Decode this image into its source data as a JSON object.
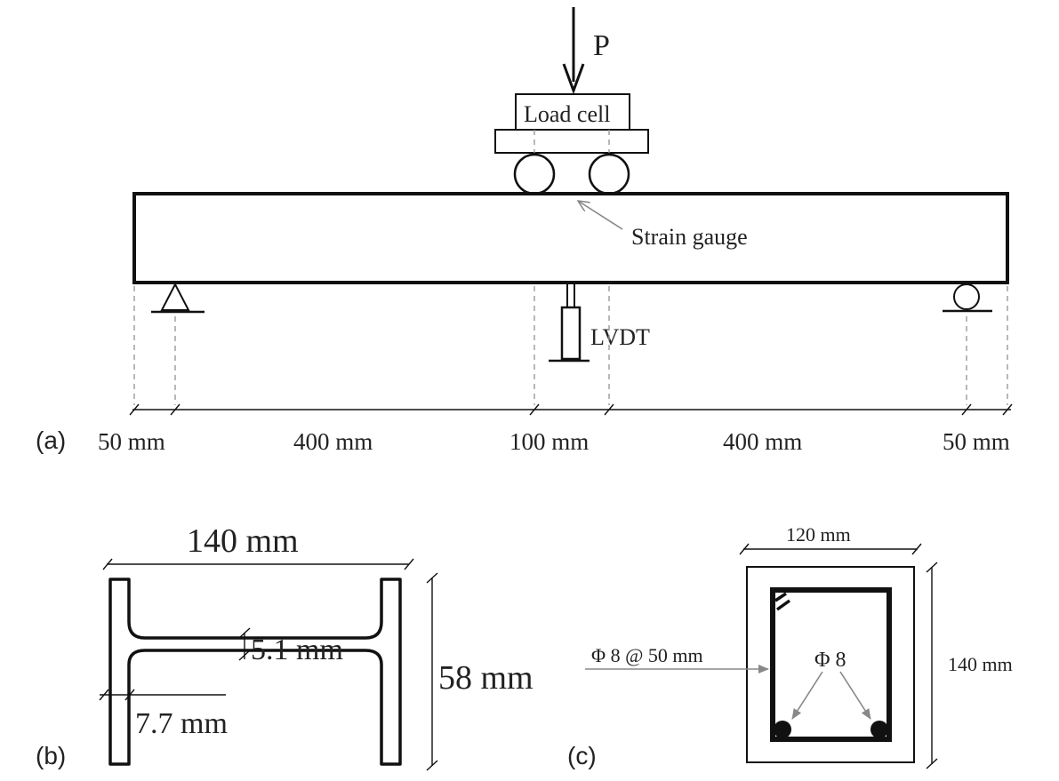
{
  "panel_a": {
    "tag": "(a)",
    "load_label": "P",
    "load_cell_label": "Load cell",
    "strain_gauge_label": "Strain gauge",
    "lvdt_label": "LVDT",
    "dims": [
      "50 mm",
      "400 mm",
      "100 mm",
      "400 mm",
      "50 mm"
    ]
  },
  "panel_b": {
    "tag": "(b)",
    "width_label": "140 mm",
    "height_label": "58 mm",
    "web_thickness_label": "5.1 mm",
    "flange_thickness_label": "7.7 mm"
  },
  "panel_c": {
    "tag": "(c)",
    "width_label": "120 mm",
    "height_label": "140 mm",
    "stirrup_label": "Φ 8 @ 50 mm",
    "rebar_label": "Φ 8"
  }
}
